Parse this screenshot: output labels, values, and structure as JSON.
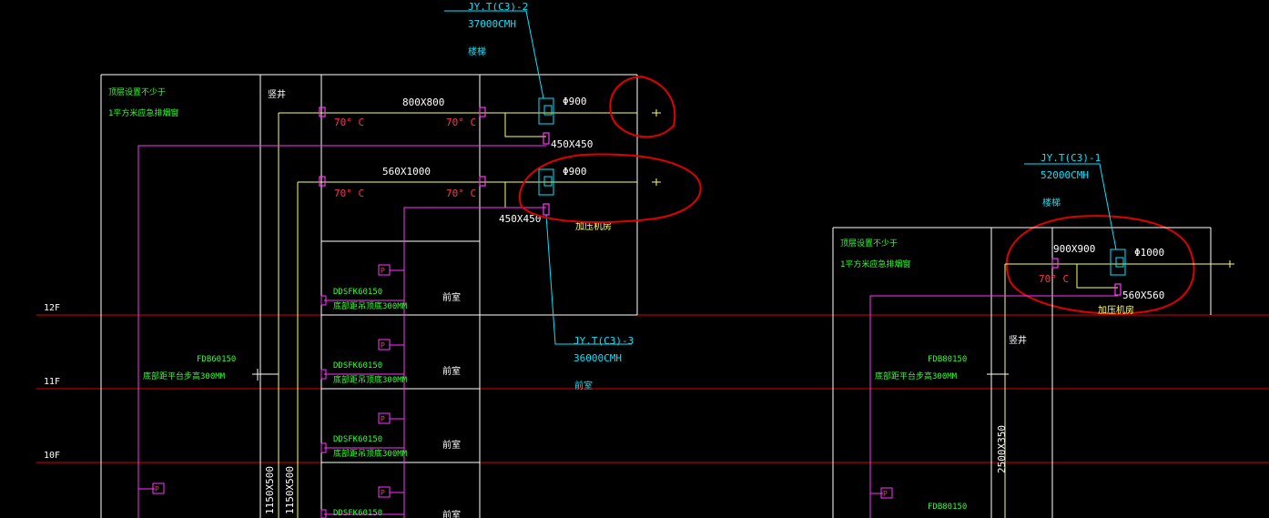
{
  "colors": {
    "background": "#000000",
    "frame": "#ffffff",
    "duct": "#ffff66",
    "pipe": "#ff33ff",
    "floor_line": "#e00000",
    "leader": "#00e5ff",
    "markup": "#e00000",
    "note": "#33ff33"
  },
  "left": {
    "top_note": [
      "顶层设置不少于",
      "1平方米应急排烟窗"
    ],
    "shaft": "竖井",
    "stair": "楼梯",
    "ducts": [
      {
        "size": "800X800",
        "temp_left": "70° C",
        "temp_right": "70° C",
        "fan_dia": "Φ900",
        "branch": "450X450"
      },
      {
        "size": "560X1000",
        "temp_left": "70° C",
        "temp_right": "70° C",
        "fan_dia": "Φ900",
        "branch": "450X450"
      }
    ],
    "fan_room": "加压机房",
    "fans": [
      {
        "id": "JY.T(C3)-2",
        "flow": "37000CMH"
      },
      {
        "id": "JY.T(C3)-3",
        "flow": "36000CMH"
      }
    ],
    "stair_note": "前室",
    "rooms": [
      "前室",
      "前室",
      "前室",
      "前室"
    ],
    "dampers": [
      {
        "code": "DDSFK60150",
        "note": "底部距吊顶底300MM"
      },
      {
        "code": "DDSFK60150",
        "note": "底部距吊顶底300MM"
      },
      {
        "code": "DDSFK60150",
        "note": "底部距吊顶底300MM"
      },
      {
        "code": "DDSFK60150",
        "note": ""
      }
    ],
    "fdb": {
      "code": "FDB60150",
      "note": "底部距平台步高300MM"
    },
    "vertical_dims": [
      "1150X500",
      "1150X500"
    ],
    "p_tag": "P"
  },
  "floors": [
    "12F",
    "11F",
    "10F"
  ],
  "right": {
    "top_note": [
      "顶层设置不少于",
      "1平方米应急排烟窗"
    ],
    "shaft": "竖井",
    "stair": "楼梯",
    "fan": {
      "id": "JY.T(C3)-1",
      "flow": "52000CMH"
    },
    "duct": {
      "size": "900X900",
      "temp": "70° C",
      "fan_dia": "Φ1000",
      "branch": "560X560"
    },
    "fan_room": "加压机房",
    "fdb": [
      {
        "code": "FDB80150",
        "note": "底部距平台步高300MM"
      },
      {
        "code": "FDB80150",
        "note": ""
      }
    ],
    "vertical_dim": "2500X350",
    "p_tag": "P"
  }
}
